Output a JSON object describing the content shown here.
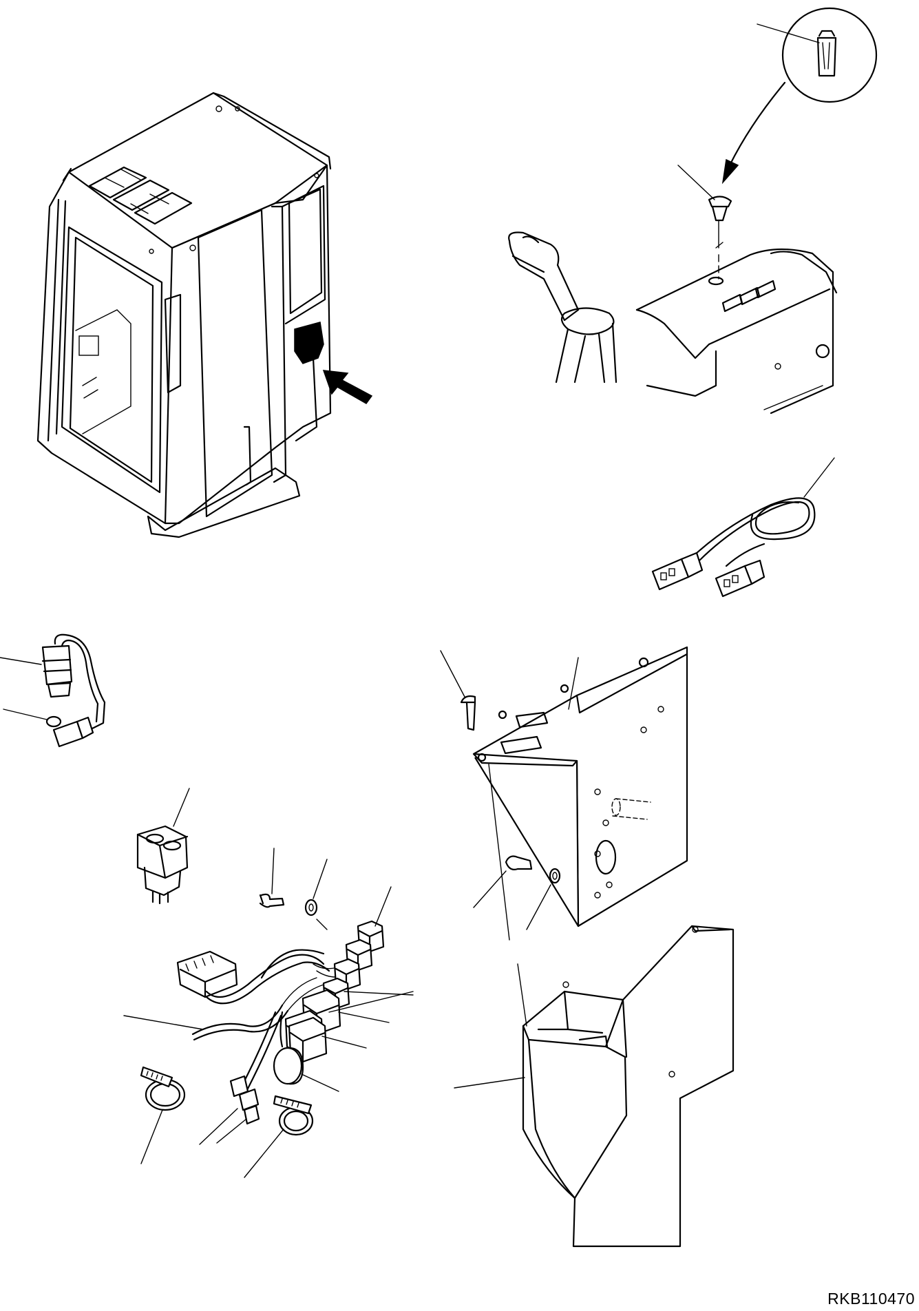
{
  "drawing": {
    "code": "RKB110470",
    "parts": [
      "cab-assembly",
      "lamp-bulb",
      "indicator-lamp",
      "operator-console",
      "jumper-wire-harness",
      "pressure-switch",
      "o-ring",
      "rocker-switch",
      "bolt",
      "washer",
      "wiring-harness",
      "relay",
      "buzzer",
      "connector",
      "cable-tie",
      "mounting-bracket",
      "cover"
    ]
  }
}
